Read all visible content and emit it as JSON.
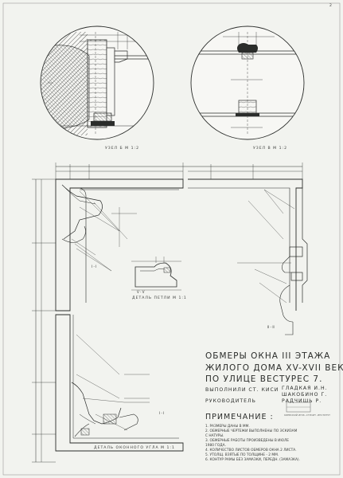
{
  "sheet_number": "2",
  "detail_captions": {
    "left": "УЗЕЛ Б М 1:2",
    "right": "УЗЕЛ В М 1:2",
    "profile": "ДЕТАЛЬ ПЕТЛИ М 1:1",
    "corner": "ДЕТАЛЬ ОКОННОГО УГЛА М 1:1"
  },
  "title": {
    "line1": "ОБМЕРЫ ОКНА III ЭТАЖА",
    "line2": "ЖИЛОГО ДОМА XV-XVII ВЕКА",
    "line3": "ПО УЛИЦЕ ВЕСТУРЕС 7."
  },
  "authors": {
    "made_by_label": "ВЫПОЛНИЛИ СТ. КИСИ",
    "supervisor_label": "РУКОВОДИТЕЛЬ",
    "names": [
      "ГЛАДКАЯ И.Н.",
      "ШАКОБИНО Г.",
      "РАДЧИШЬ Р."
    ]
  },
  "notes": {
    "heading": "ПРИМЕЧАНИЕ :",
    "items": [
      "1. РАЗМЕРЫ ДАНЫ В ММ.",
      "2. ОБМЕРНЫЕ ЧЕРТЕЖИ ВЫПОЛНЕНЫ ПО ЭСКИЗАМ",
      "   С НАТУРЫ.",
      "3. ОБМЕРНЫЕ РАБОТЫ ПРОИЗВЕДЕНЫ В ИЮЛЕ",
      "   1980 ГОДА.",
      "4. КОЛИЧЕСТВО ЛИСТОВ ОБМЕРОВ ОКНА 2 ЛИСТА.",
      "5. УТОЛЩ. ВЗЯТЫЕ ПО ТОЛЩИНЕ - 2 ММ.",
      "6. КОНТУР РАМЫ БЕЗ ЗАМАЗКИ, ПЕРЕДН. (ЗАМАЗКА)."
    ]
  },
  "stamp_text": "КИЕВСКИЙ ИНЖ.-СТРОИТ. ИНСТИТУТ",
  "section_labels": {
    "top": "I - I",
    "right_mid": "II - II",
    "bottom": "I - I",
    "small": "V - V"
  },
  "colors": {
    "paper": "#f2f3ef",
    "ink": "#2b2d2b",
    "hatch": "#5a5c5a"
  }
}
